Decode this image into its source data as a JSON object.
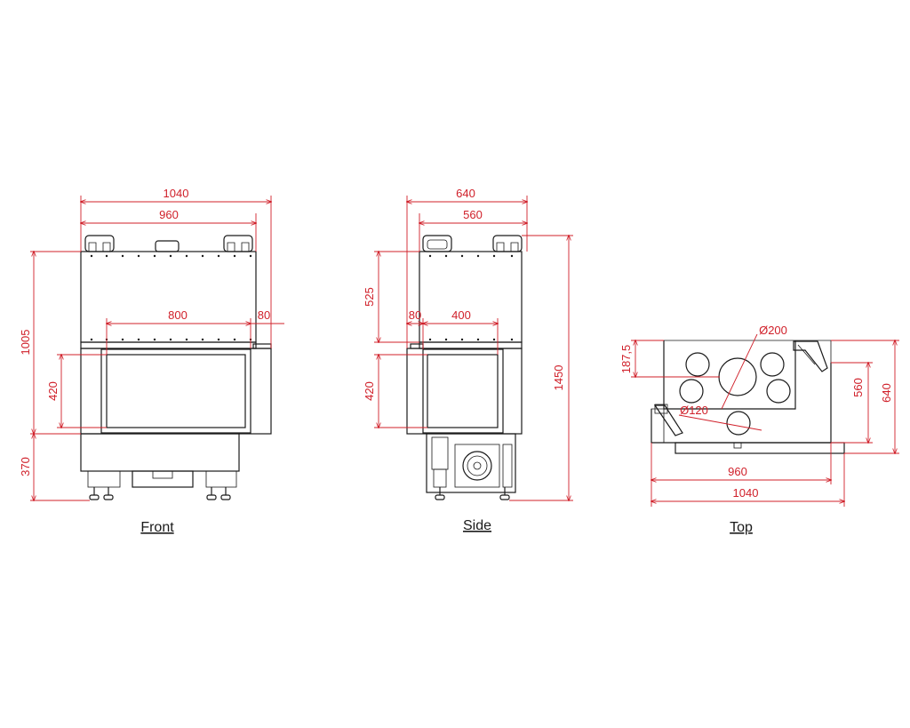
{
  "colors": {
    "dimension": "#d0202a",
    "outline": "#1a1a1a"
  },
  "views": {
    "front": {
      "label": "Front",
      "dims": {
        "w_outer": "1040",
        "w_inner": "960",
        "w_glass": "800",
        "w_side": "80",
        "h_top": "1005",
        "h_glass": "420",
        "h_base": "370"
      }
    },
    "side": {
      "label": "Side",
      "dims": {
        "w_outer": "640",
        "w_inner": "560",
        "w_glass": "400",
        "w_side": "80",
        "h_top": "525",
        "h_glass": "420",
        "h_total": "1450"
      }
    },
    "top": {
      "label": "Top",
      "dims": {
        "dia_large": "Ø200",
        "dia_small": "Ø120",
        "offset": "187,5",
        "depth_inner": "560",
        "depth_outer": "640",
        "w_inner": "960",
        "w_outer": "1040"
      }
    }
  }
}
